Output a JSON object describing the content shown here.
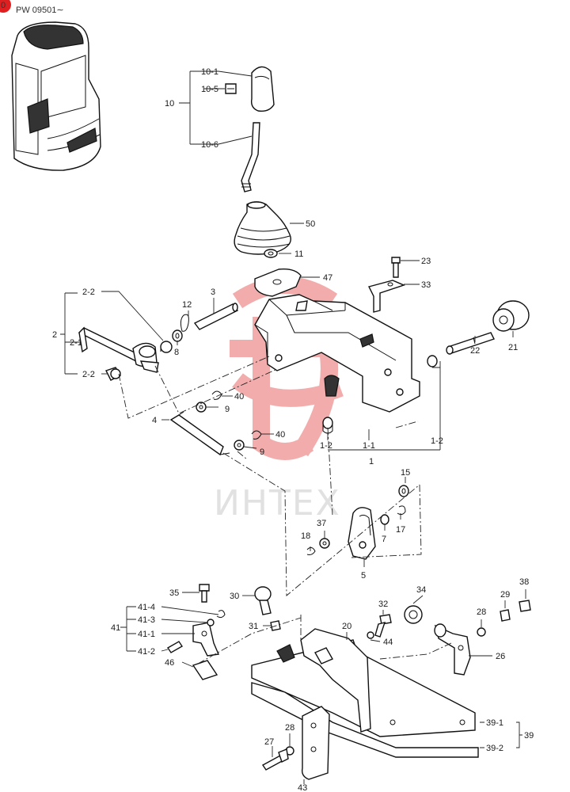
{
  "header": {
    "badge": "0",
    "serial_range": "PW 09501∼"
  },
  "watermark": {
    "text": "ИНТЕХ",
    "color": "#e86a6a"
  },
  "labels": {
    "l10": "10",
    "l10_1": "10-1",
    "l10_5": "10-5",
    "l10_6": "10-6",
    "l50": "50",
    "l11": "11",
    "l47": "47",
    "l23": "23",
    "l33": "33",
    "l2": "2",
    "l2_1": "2-1",
    "l2_2a": "2-2",
    "l2_2b": "2-2",
    "l12": "12",
    "l3": "3",
    "l8": "8",
    "l21": "21",
    "l22": "22",
    "l40a": "40",
    "l9a": "9",
    "l4": "4",
    "l40b": "40",
    "l9b": "9",
    "l1_2a": "1-2",
    "l1_1": "1-1",
    "l1": "1",
    "l1_2b": "1-2",
    "l15": "15",
    "l37": "37",
    "l18": "18",
    "l7": "7",
    "l17": "17",
    "l5": "5",
    "l35": "35",
    "l30": "30",
    "l34": "34",
    "l38": "38",
    "l29": "29",
    "l41": "41",
    "l41_4": "41-4",
    "l41_3": "41-3",
    "l41_1": "41-1",
    "l41_2": "41-2",
    "l31": "31",
    "l32": "32",
    "l28a": "28",
    "l20": "20",
    "l44": "44",
    "l26": "26",
    "l46": "46",
    "l39": "39",
    "l39_1": "39-1",
    "l39_2": "39-2",
    "l28b": "28",
    "l27": "27",
    "l43": "43"
  }
}
